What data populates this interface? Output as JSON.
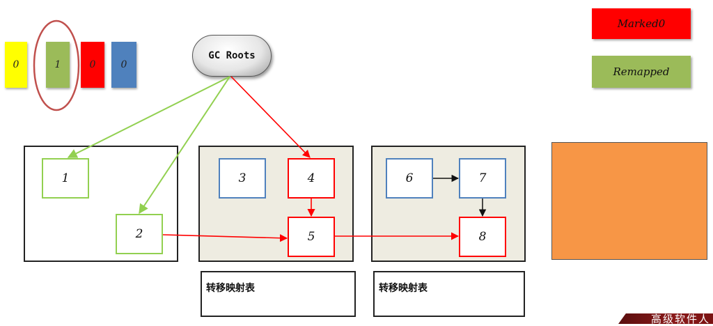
{
  "bitmap": [
    {
      "value": "0",
      "color": "#ffff00"
    },
    {
      "value": "1",
      "color": "#9bbb59"
    },
    {
      "value": "0",
      "color": "#ff0000"
    },
    {
      "value": "0",
      "color": "#4f81bd"
    }
  ],
  "legend": {
    "marked": {
      "label": "Marked0",
      "color": "#ff0000"
    },
    "remapped": {
      "label": "Remapped",
      "color": "#9bbb59"
    }
  },
  "gc_roots": {
    "label": "GC Roots"
  },
  "regions": [
    {
      "nodes": [
        "1",
        "2"
      ]
    },
    {
      "nodes": [
        "3",
        "4",
        "5"
      ]
    },
    {
      "nodes": [
        "6",
        "7",
        "8"
      ]
    },
    {
      "nodes": []
    }
  ],
  "forwarding_tables": [
    {
      "label": "转移映射表"
    },
    {
      "label": "转移映射表"
    }
  ],
  "empty_region_color": "#f79646",
  "watermark": {
    "text": "高级软件人"
  },
  "colors": {
    "green_edge": "#92d050",
    "red_edge": "#ff0000",
    "black_edge": "#111111",
    "region_fill": "#eeece1",
    "highlight_ring": "#c0504d"
  }
}
